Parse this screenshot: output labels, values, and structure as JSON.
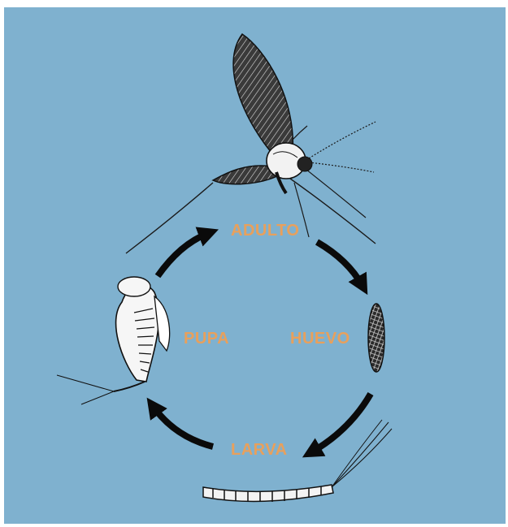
{
  "diagram": {
    "labels": {
      "adult": "ADULTO",
      "egg": "HUEVO",
      "larva": "LARVA",
      "pupa": "PUPA"
    },
    "colors": {
      "background": "#7fb1cf",
      "label": "#e8a05c",
      "arrow": "#0a0a0a",
      "drawing": "#1a1a1a"
    }
  }
}
